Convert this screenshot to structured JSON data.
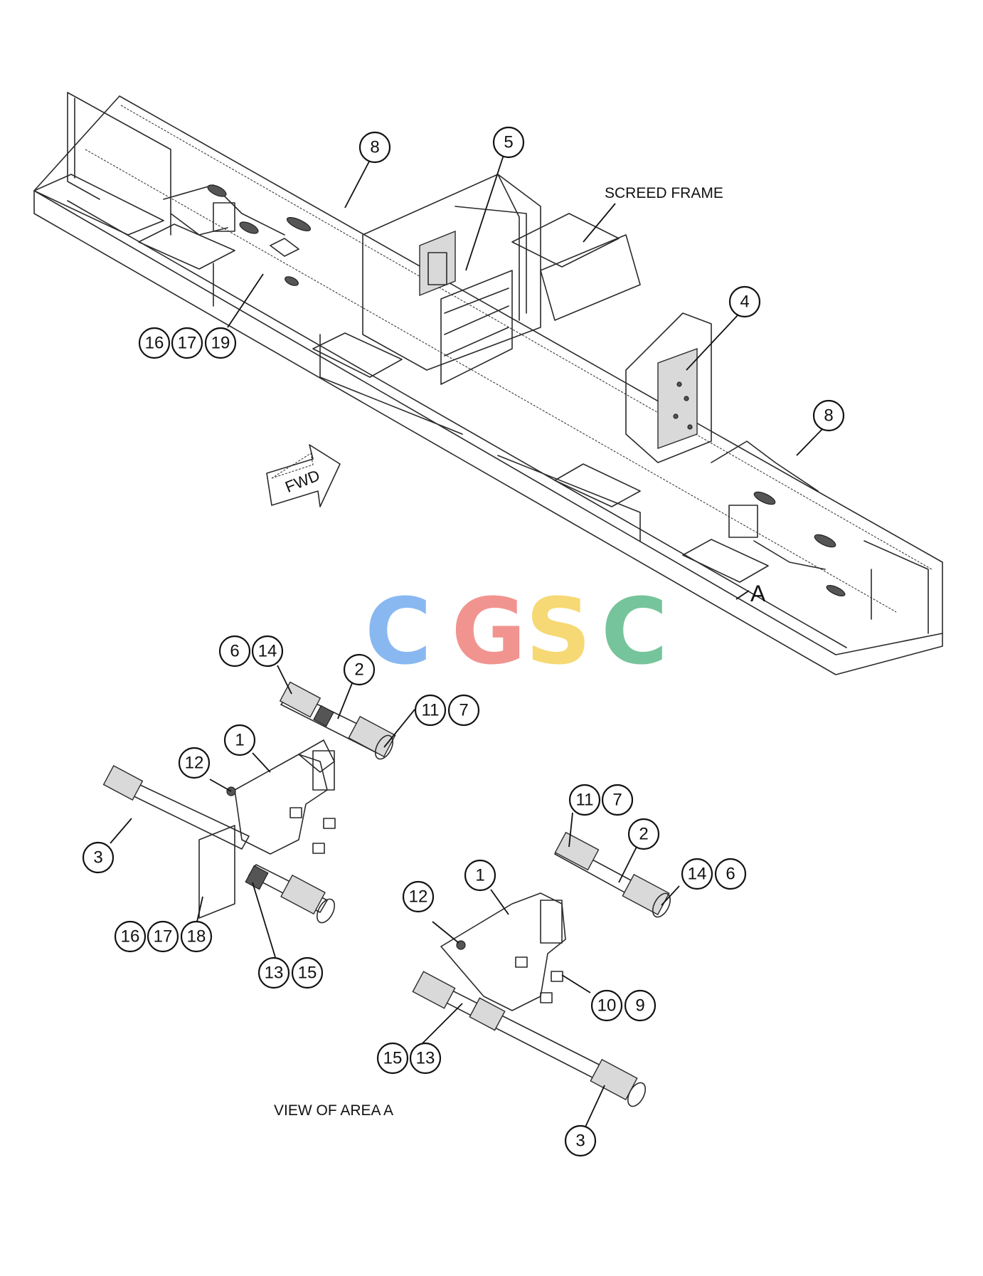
{
  "labels": {
    "screed_frame": "SCREED FRAME",
    "fwd": "FWD",
    "area_marker": "A",
    "view_title": "VIEW OF AREA A"
  },
  "watermark": {
    "letters": [
      "C",
      "G",
      "S",
      "C"
    ],
    "colors": [
      "#7fb2f0",
      "#f08c86",
      "#f6d66a",
      "#6bbf93"
    ]
  },
  "callouts": {
    "top": [
      "8",
      "5",
      "4",
      "8",
      "16",
      "17",
      "19"
    ],
    "left_group": [
      "6",
      "14",
      "2",
      "11",
      "7",
      "1",
      "12",
      "3",
      "16",
      "17",
      "18",
      "13",
      "15"
    ],
    "right_group": [
      "11",
      "7",
      "2",
      "14",
      "6",
      "1",
      "12",
      "10",
      "9",
      "15",
      "13",
      "3"
    ]
  }
}
